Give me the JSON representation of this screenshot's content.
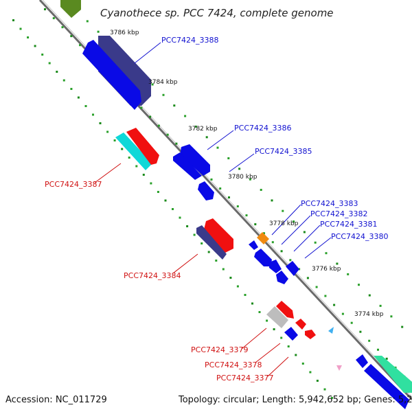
{
  "title": "Cyanothece sp. PCC 7424, complete genome",
  "footer": {
    "accession": "Accession: NC_011729",
    "topology": "Topology: circular; Length: 5,942,652 bp; Genes: 5,280"
  },
  "scale_labels": [
    "3786 kbp",
    "3784 kbp",
    "3782 kbp",
    "3780 kbp",
    "3778 kbp",
    "3776 kbp",
    "3774 kbp"
  ],
  "gene_labels": [
    {
      "text": "PCC7424_3388",
      "color": "#1010d0"
    },
    {
      "text": "PCC7424_3386",
      "color": "#1010d0"
    },
    {
      "text": "PCC7424_3385",
      "color": "#1010d0"
    },
    {
      "text": "PCC7424_3387",
      "color": "#d01010"
    },
    {
      "text": "PCC7424_3383",
      "color": "#1010d0"
    },
    {
      "text": "PCC7424_3382",
      "color": "#1010d0"
    },
    {
      "text": "PCC7424_3381",
      "color": "#1010d0"
    },
    {
      "text": "PCC7424_3380",
      "color": "#1010d0"
    },
    {
      "text": "PCC7424_3384",
      "color": "#d01010"
    },
    {
      "text": "PCC7424_3379",
      "color": "#d01010"
    },
    {
      "text": "PCC7424_3378",
      "color": "#d01010"
    },
    {
      "text": "PCC7424_3377",
      "color": "#d01010"
    }
  ],
  "colors": {
    "backbone": "#808080",
    "blue_gene": "#0a0ae6",
    "navy_gene": "#3a3a8a",
    "red_gene": "#f01010",
    "cyan_gene": "#10d8d8",
    "orange_gene": "#f08a10",
    "grey_gene": "#bdbdbd",
    "green_gene": "#30e0a0",
    "olive_gene": "#5a8a20",
    "tick_green": "#1a8a1a"
  }
}
